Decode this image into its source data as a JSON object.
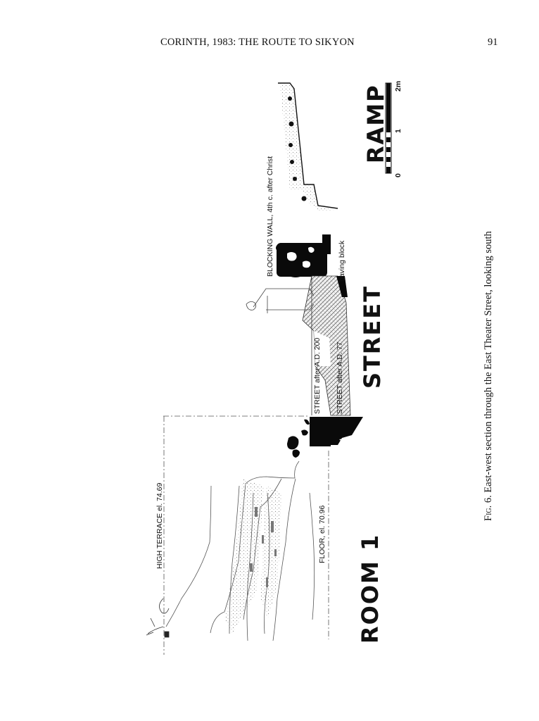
{
  "header": {
    "running_title": "CORINTH, 1983: THE ROUTE TO SIKYON",
    "page_number": "91"
  },
  "figure": {
    "section_labels": {
      "ramp": "RAMP",
      "street": "STREET",
      "room": "ROOM 1"
    },
    "annotations": {
      "blocking_wall": "BLOCKING WALL,  4th c. after Christ",
      "paving_block": "paving block",
      "street_200": "STREET after A.D. 200",
      "street_77": "STREET after A.D. 77",
      "high_terrace": "HIGH TERRACE  el. 74.69",
      "floor": "FLOOR,  el. 70.96"
    },
    "scale_bar": {
      "tick_0": "0",
      "tick_1": "1",
      "tick_2": "2m"
    }
  },
  "caption": {
    "fig_label": "Fig. 6.",
    "text": " East-west section through the East Theater Street, looking south"
  }
}
